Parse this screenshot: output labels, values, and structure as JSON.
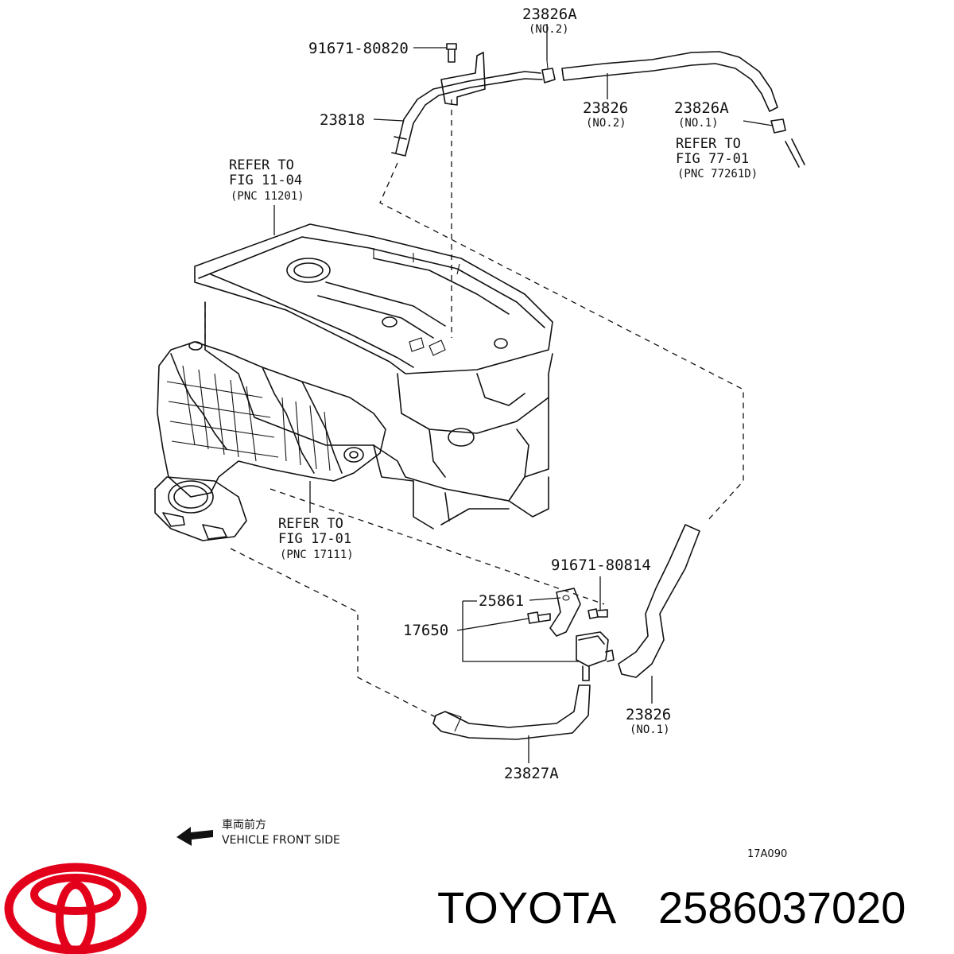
{
  "diagram": {
    "callouts": {
      "c_23826A_no2": "23826A",
      "c_23826A_no2_sub": "(NO.2)",
      "c_91671_80820": "91671-80820",
      "c_23818": "23818",
      "c_23826_no2": "23826",
      "c_23826_no2_sub": "(NO.2)",
      "c_23826A_no1": "23826A",
      "c_23826A_no1_sub": "(NO.1)",
      "c_91671_80814": "91671-80814",
      "c_25861": "25861",
      "c_17650": "17650",
      "c_23826_no1": "23826",
      "c_23826_no1_sub": "(NO.1)",
      "c_23827A": "23827A"
    },
    "refs": {
      "ref_77": [
        "REFER TO",
        "FIG 77-01",
        "(PNC 77261D)"
      ],
      "ref_11": [
        "REFER TO",
        "FIG 11-04",
        "(PNC 11201)"
      ],
      "ref_17": [
        "REFER TO",
        "FIG 17-01",
        "(PNC 17111)"
      ]
    },
    "direction": {
      "japanese": "車両前方",
      "english": "VEHICLE FRONT SIDE"
    },
    "figure_code": "17A090"
  },
  "footer": {
    "brand": "TOYOTA",
    "part_number": "2586037020",
    "logo_color": "#e3001b"
  }
}
